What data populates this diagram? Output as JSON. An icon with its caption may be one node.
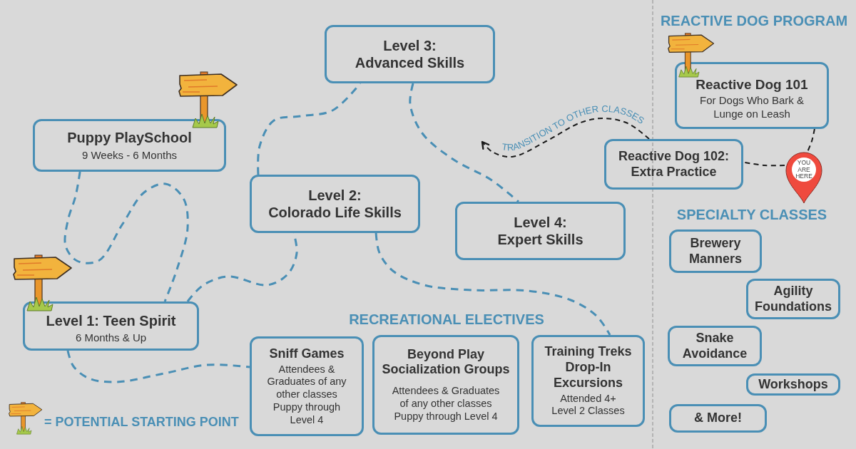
{
  "diagram": {
    "nodes": [
      {
        "text": [
          "Puppy PlaySchool",
          "9 Weeks - 6 Months"
        ]
      },
      {
        "text": [
          "Level 1: Teen Spirit",
          "6 Months & Up"
        ]
      },
      {
        "text": [
          "Level 2:",
          "Colorado Life Skills"
        ]
      },
      {
        "text": [
          "Level 3:",
          "Advanced Skills"
        ]
      },
      {
        "text": [
          "Level 4:",
          "Expert Skills"
        ]
      },
      {
        "text": [
          "Reactive Dog 101",
          "For Dogs Who Bark & Lunge on Leash"
        ]
      },
      {
        "text": [
          "Reactive Dog 102:",
          "Extra Practice"
        ]
      },
      {
        "text": [
          "YOU ARE HERE"
        ]
      },
      {
        "text": [
          "Sniff Games",
          "Attendees & Graduates of any other classes",
          "Puppy through Level 4"
        ]
      },
      {
        "text": [
          "Beyond Play Socialization Groups",
          "Attendees & Graduates of any other classes",
          "Puppy through Level 4"
        ]
      },
      {
        "text": [
          "Training Treks Drop-In Excursions",
          "Attended 4+ Level 2 Classes"
        ]
      },
      {
        "text": [
          "Brewery Manners"
        ]
      },
      {
        "text": [
          "Agility Foundations"
        ]
      },
      {
        "text": [
          "Snake Avoidance"
        ]
      },
      {
        "text": [
          "Workshops"
        ]
      },
      {
        "text": [
          "& More!"
        ]
      }
    ],
    "edges": [
      {
        "from": 0,
        "to": 1,
        "arrow": "none",
        "style": "dashed"
      },
      {
        "from": 1,
        "to": 2,
        "arrow": "none",
        "style": "dashed"
      },
      {
        "from": 2,
        "to": 3,
        "arrow": "none",
        "style": "dashed"
      },
      {
        "from": 3,
        "to": 4,
        "arrow": "none",
        "style": "dashed"
      },
      {
        "from": 1,
        "to": 8,
        "arrow": "none",
        "style": "dashed"
      },
      {
        "from": 2,
        "to": 10,
        "arrow": "none",
        "style": "dashed"
      },
      {
        "from": 5,
        "to": 7,
        "arrow": "none",
        "style": "dashed",
        "color": "#1a1a1a"
      },
      {
        "from": 7,
        "to": 6,
        "arrow": "none",
        "style": "dashed",
        "color": "#1a1a1a"
      },
      {
        "from": 6,
        "to": null,
        "arrow": "to",
        "label": "TRANSITION TO OTHER CLASSES",
        "style": "dashed",
        "color": "#1a1a1a"
      }
    ],
    "labels": [
      "RECREATIONAL ELECTIVES",
      "REACTIVE DOG PROGRAM",
      "SPECIALTY CLASSES"
    ],
    "legend": [
      {
        "text": "= POTENTIAL STARTING POINT"
      }
    ]
  }
}
